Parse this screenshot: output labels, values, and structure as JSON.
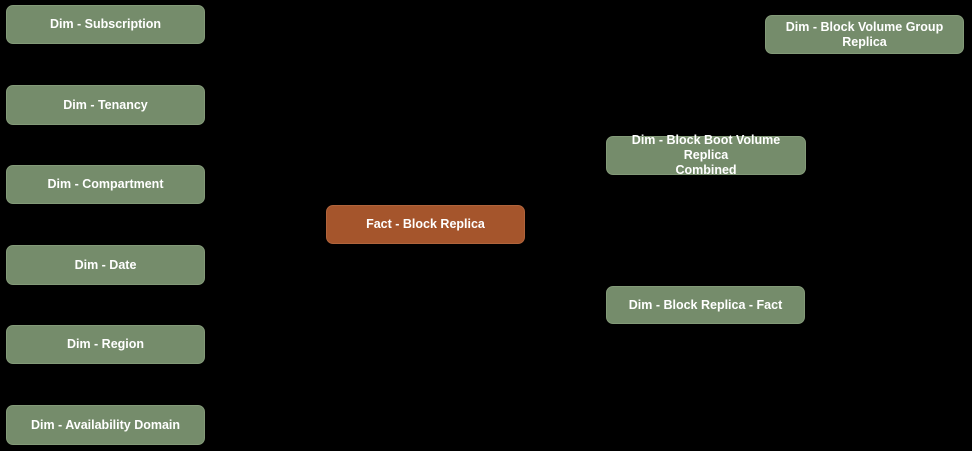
{
  "diagram": {
    "background_color": "#000000",
    "text_color": "#ffffff",
    "node_colors": {
      "dimension": "#758c6b",
      "fact": "#a5552c"
    },
    "nodes": [
      {
        "id": "dim-subscription",
        "type": "dimension",
        "label": "Dim - Subscription"
      },
      {
        "id": "dim-tenancy",
        "type": "dimension",
        "label": "Dim - Tenancy"
      },
      {
        "id": "dim-compartment",
        "type": "dimension",
        "label": "Dim - Compartment"
      },
      {
        "id": "dim-date",
        "type": "dimension",
        "label": "Dim - Date"
      },
      {
        "id": "dim-region",
        "type": "dimension",
        "label": "Dim - Region"
      },
      {
        "id": "dim-availability-domain",
        "type": "dimension",
        "label": "Dim - Availability Domain"
      },
      {
        "id": "fact-block-replica",
        "type": "fact",
        "label": "Fact - Block Replica"
      },
      {
        "id": "dim-block-volume-group-replica",
        "type": "dimension",
        "label": "Dim - Block Volume Group Replica"
      },
      {
        "id": "dim-block-boot-volume-replica-combined",
        "type": "dimension",
        "label": "Dim - Block Boot Volume Replica\nCombined"
      },
      {
        "id": "dim-block-replica-fact",
        "type": "dimension",
        "label": "Dim - Block Replica - Fact"
      }
    ]
  }
}
